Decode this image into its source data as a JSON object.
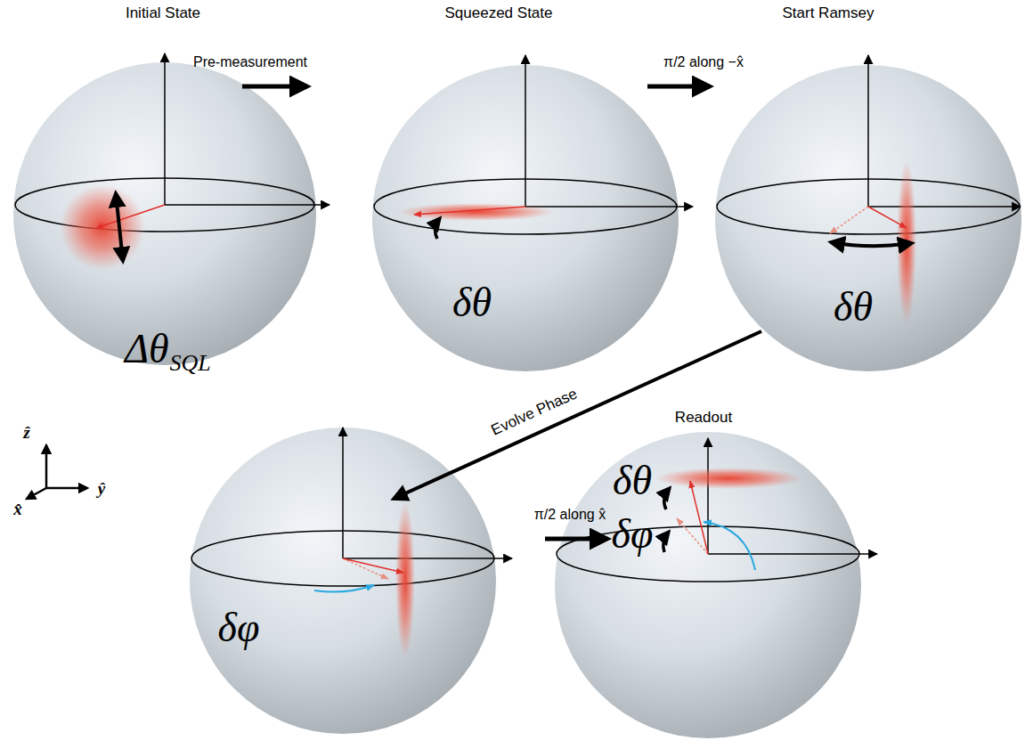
{
  "diagram": {
    "labels": [
      "Initial State",
      "Squeezed State",
      "Start Ramsey",
      "Pre-measurement",
      "π/2 along −x̂",
      "Δθ",
      "SQL",
      "δθ",
      "δθ",
      "ẑ",
      "x̂",
      "ŷ",
      "Evolve Phase",
      "Readout",
      "π/2 along  x̂",
      "δφ",
      "δθ",
      "δφ"
    ]
  }
}
